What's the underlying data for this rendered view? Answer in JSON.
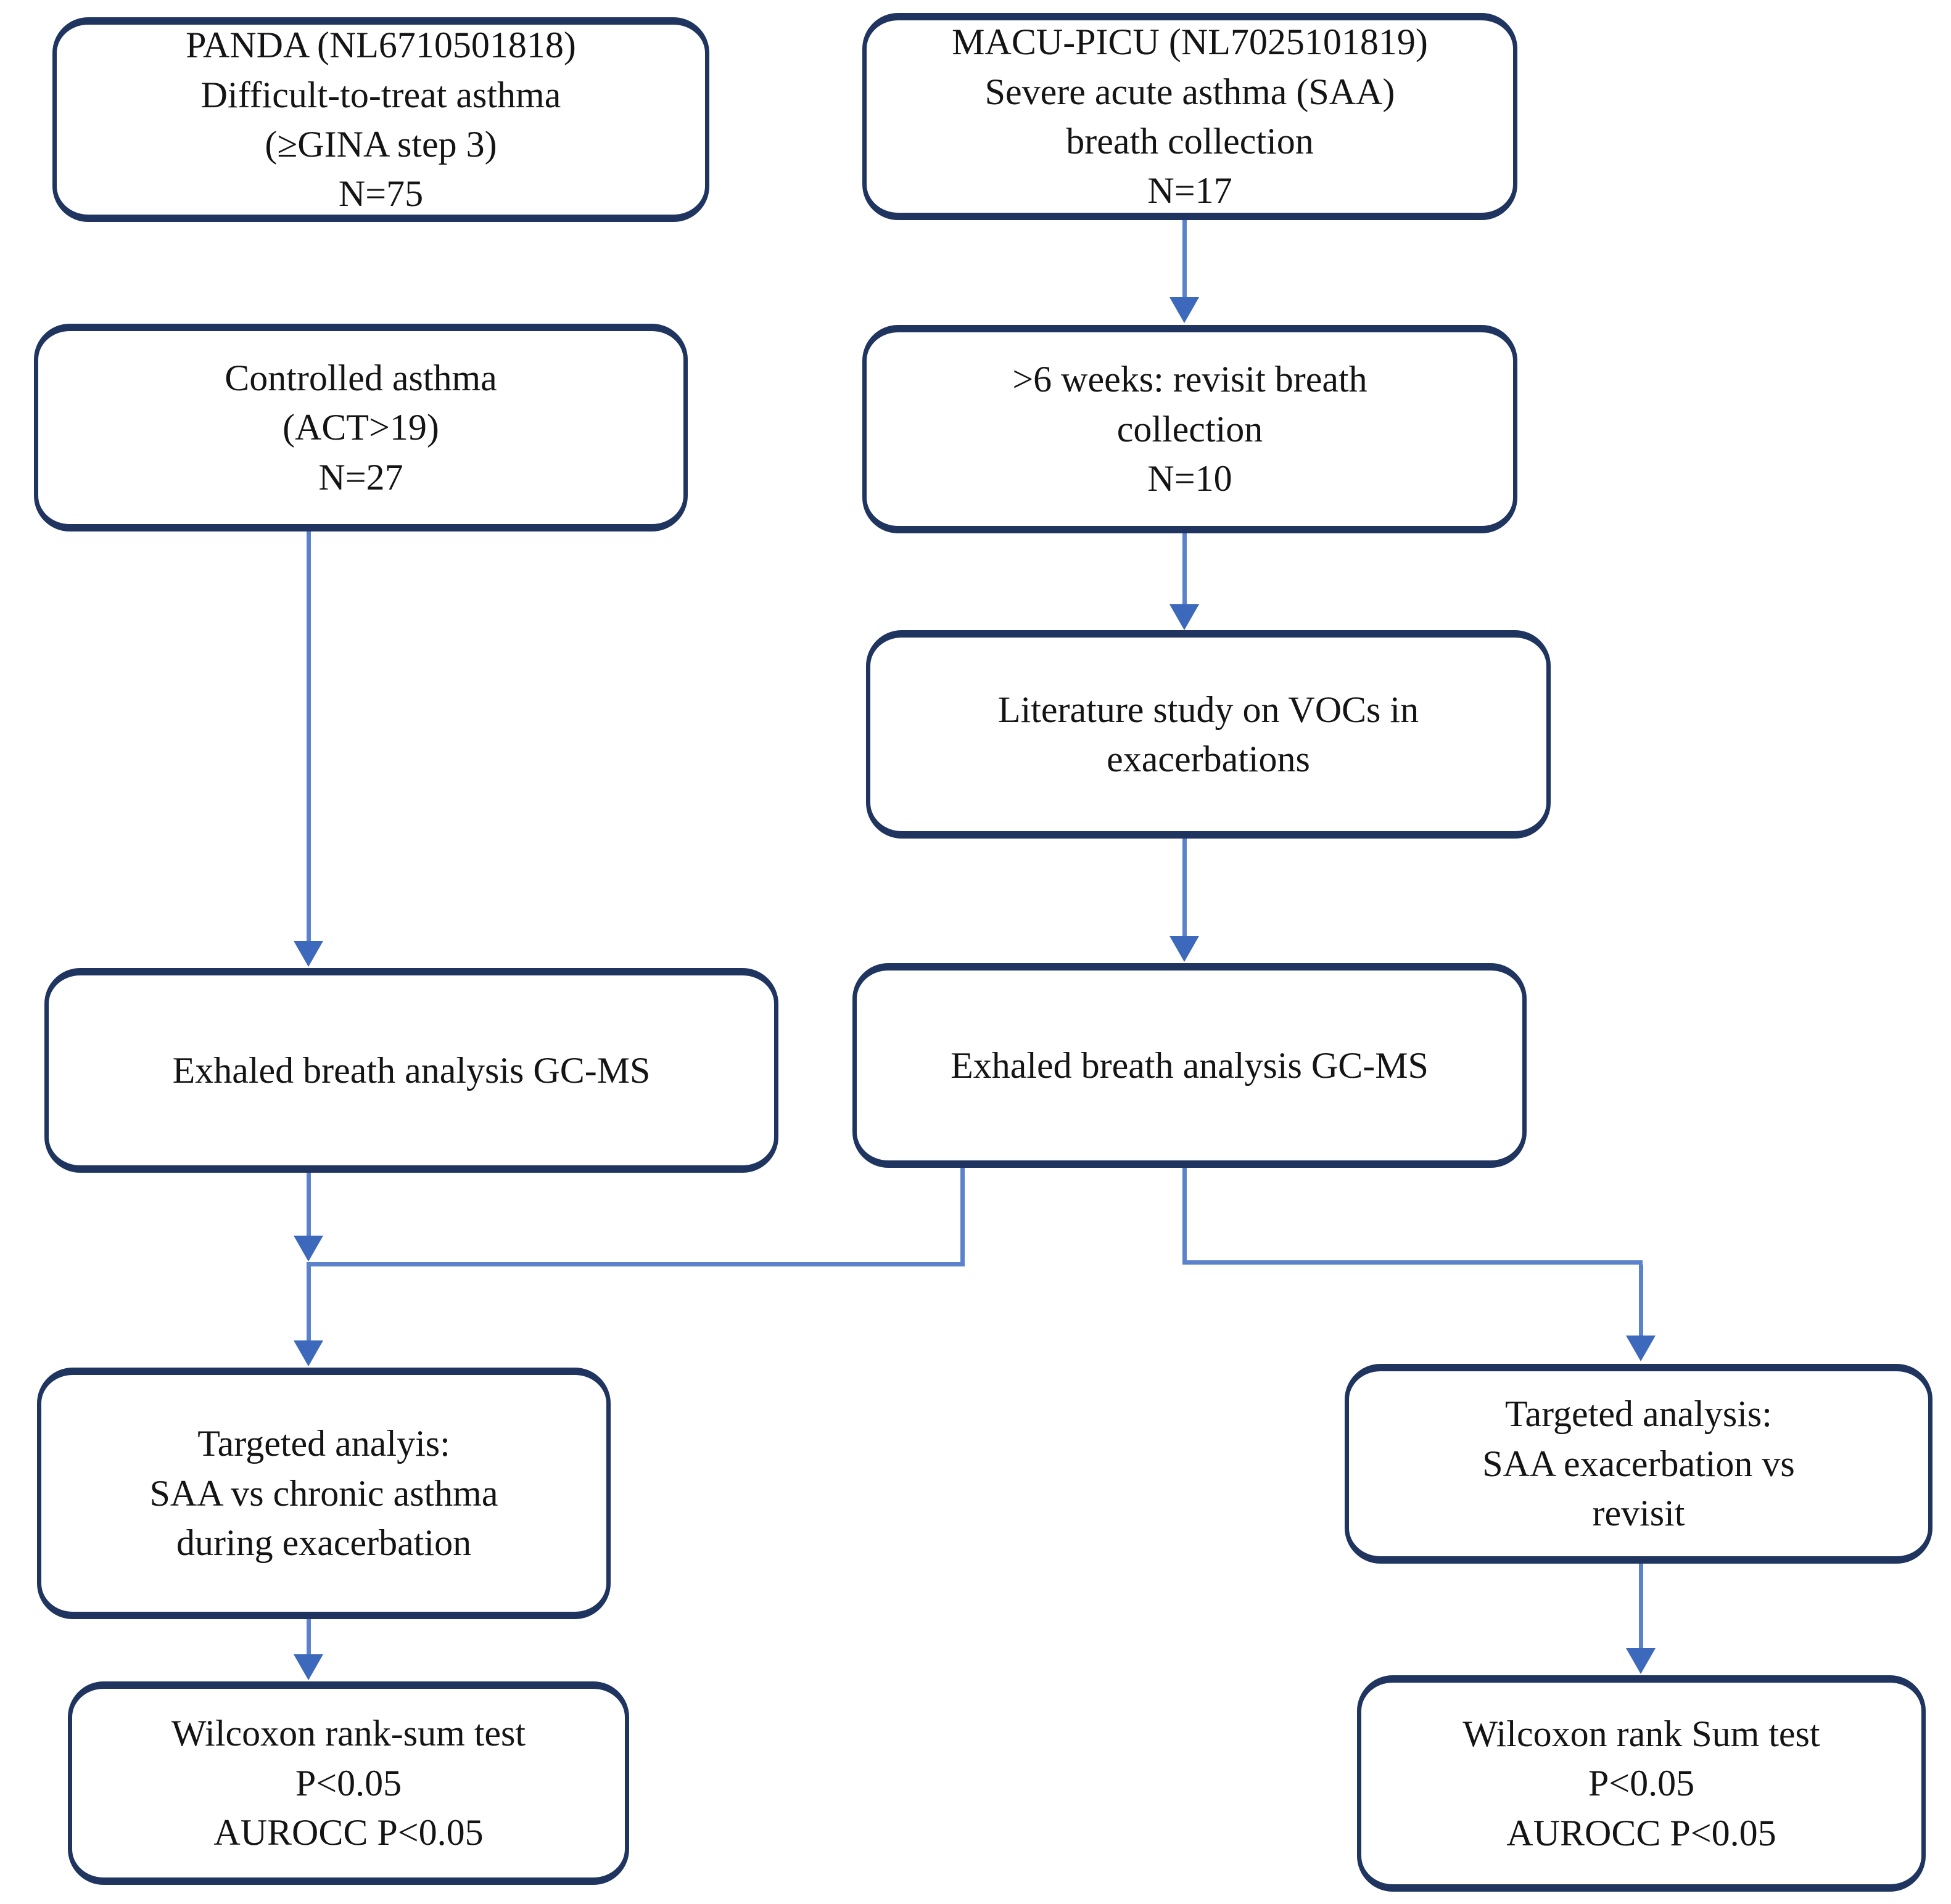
{
  "title": "Study flow diagram: PANDA and MACU-PICU exhaled breath analysis",
  "colors": {
    "background": "#ffffff",
    "box_fill": "#ffffff",
    "box_border": "#1f3560",
    "text": "#141414",
    "arrow_line": "#5b82cb",
    "arrow_head": "#3c69bb"
  },
  "boxes": {
    "panda": {
      "text": "PANDA (NL6710501818)\nDifficult-to-treat asthma\n(≥GINA step 3)\nN=75"
    },
    "macu_picu": {
      "text": "MACU-PICU (NL7025101819)\nSevere acute asthma (SAA)\nbreath collection\nN=17"
    },
    "controlled": {
      "text": "Controlled asthma\n(ACT>19)\nN=27"
    },
    "revisit": {
      "text": ">6 weeks: revisit breath\ncollection\nN=10"
    },
    "literature": {
      "text": "Literature study on VOCs in\nexacerbations"
    },
    "gcms_left": {
      "text": "Exhaled breath analysis GC-MS"
    },
    "gcms_right": {
      "text": "Exhaled breath analysis GC-MS"
    },
    "targeted_left": {
      "text": "Targeted analyis:\nSAA vs chronic asthma\nduring exacerbation"
    },
    "targeted_right": {
      "text": "Targeted analysis:\nSAA exacerbation vs\nrevisit"
    },
    "wilcoxon_left": {
      "text": "Wilcoxon rank-sum test\nP<0.05\nAUROCC P<0.05"
    },
    "wilcoxon_right": {
      "text": "Wilcoxon rank Sum test\nP<0.05\nAUROCC P<0.05"
    }
  },
  "edges": [
    {
      "from": "macu_picu",
      "to": "revisit"
    },
    {
      "from": "revisit",
      "to": "literature"
    },
    {
      "from": "literature",
      "to": "gcms_right"
    },
    {
      "from": "controlled",
      "to": "gcms_left"
    },
    {
      "from": "gcms_left",
      "to": "targeted_left"
    },
    {
      "from": "gcms_right",
      "to": "targeted_left"
    },
    {
      "from": "gcms_right",
      "to": "targeted_right"
    },
    {
      "from": "targeted_left",
      "to": "wilcoxon_left"
    },
    {
      "from": "targeted_right",
      "to": "wilcoxon_right"
    }
  ]
}
